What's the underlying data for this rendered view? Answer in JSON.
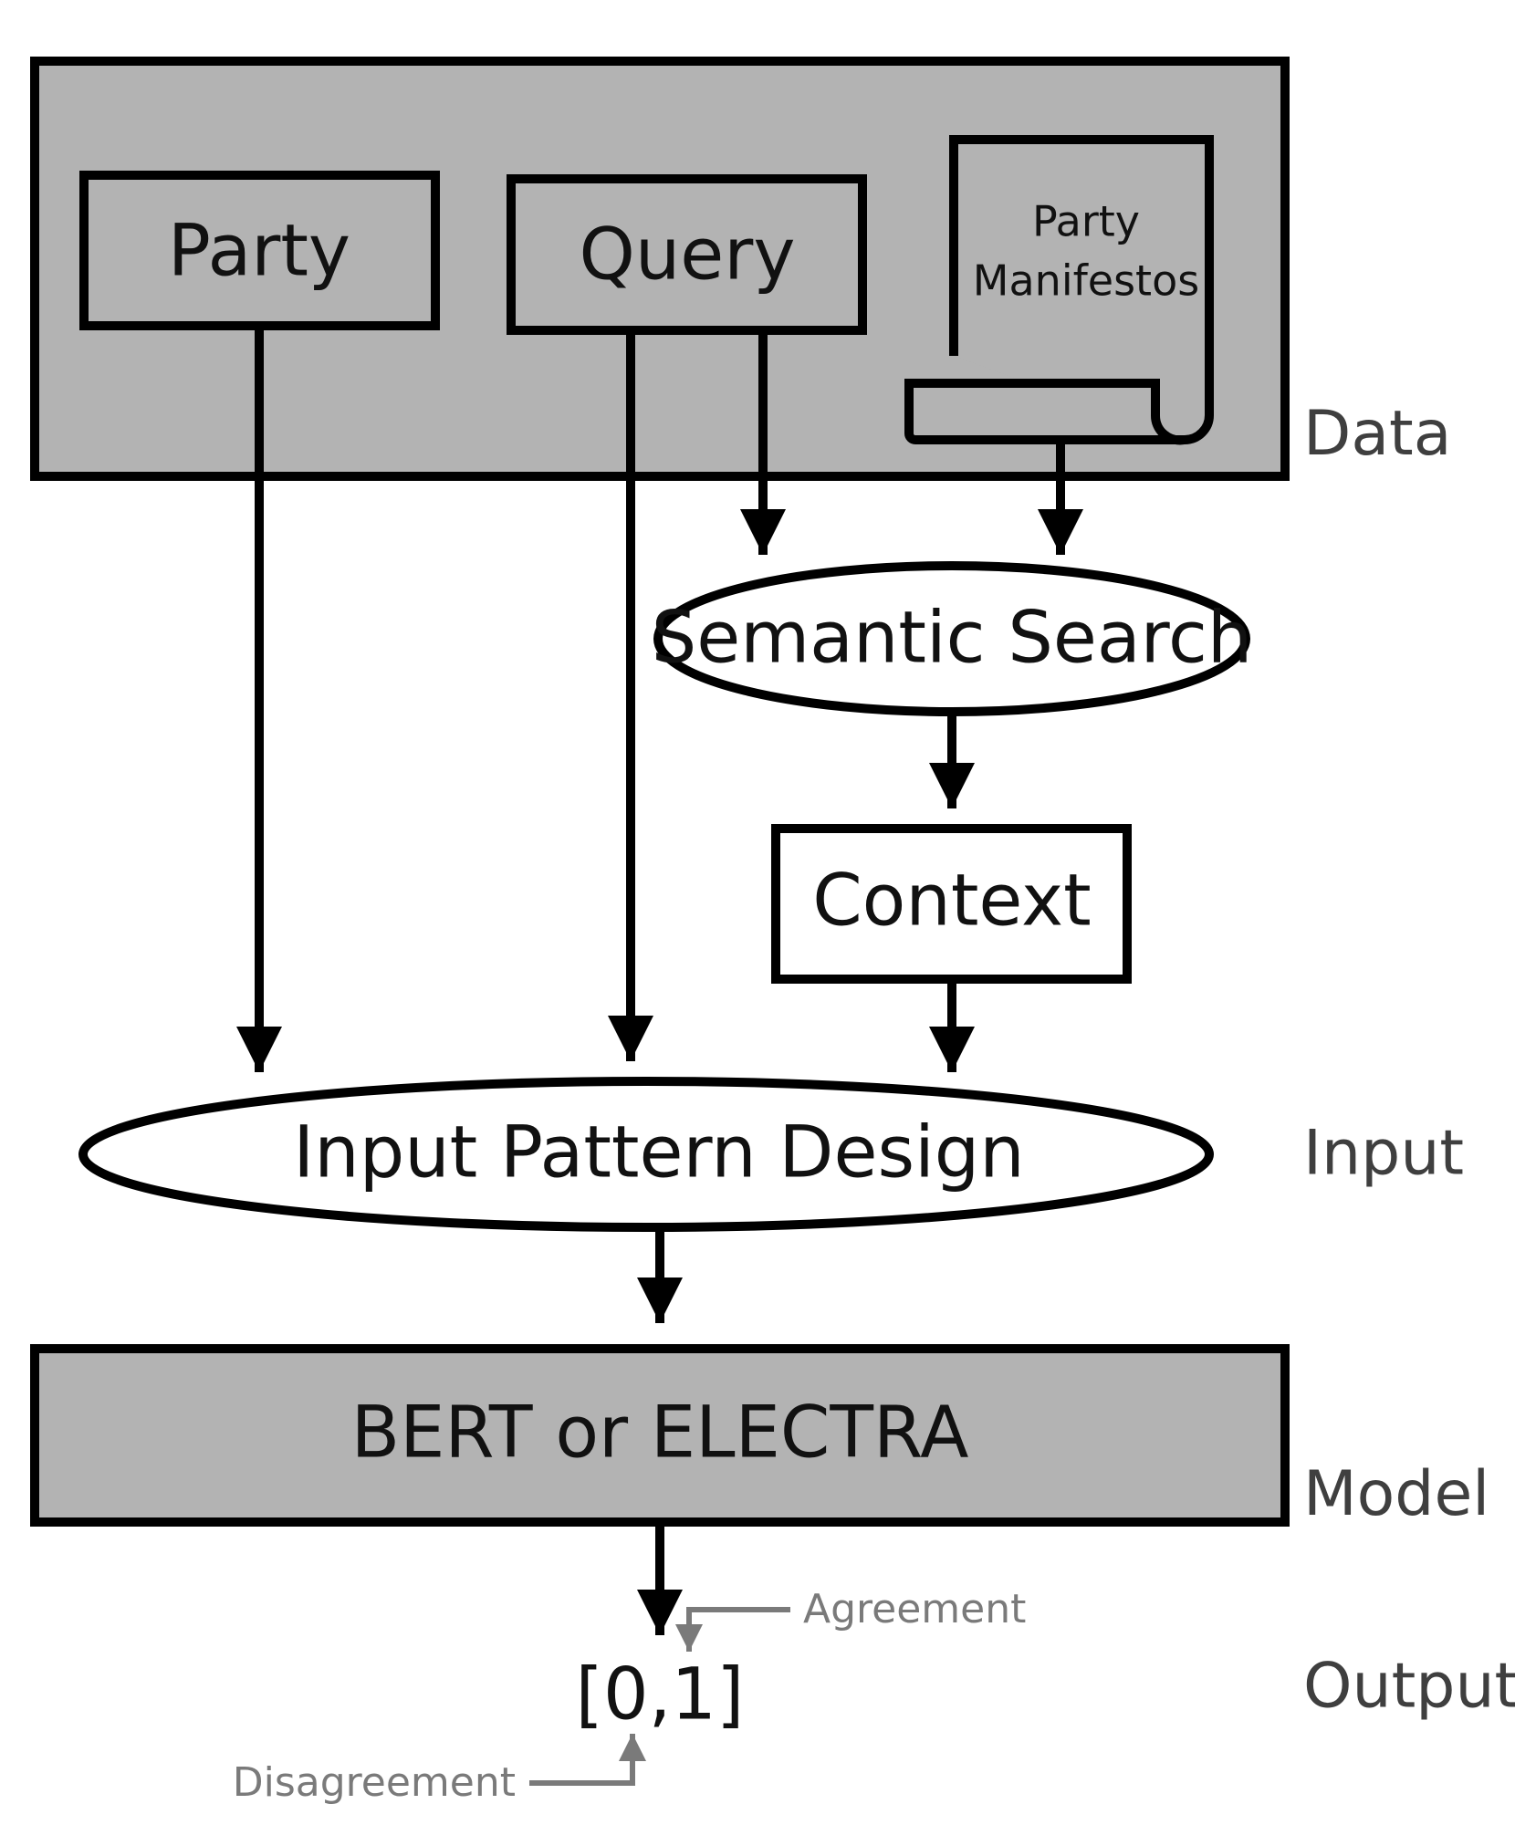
{
  "nodes": {
    "party": "Party",
    "query": "Query",
    "manifestos": [
      "Party",
      "Manifestos"
    ],
    "semantic_search": "Semantic Search",
    "context": "Context",
    "input_pattern": "Input Pattern Design",
    "model": "BERT or ELECTRA",
    "output": "[0,1]"
  },
  "stages": {
    "data": "Data",
    "input": "Input",
    "model": "Model",
    "output": "Output"
  },
  "annotations": {
    "agreement": "Agreement",
    "disagreement": "Disagreement"
  },
  "colors": {
    "box_fill": "#b3b3b3",
    "stroke": "#000000",
    "stage_label": "#3f3f3f",
    "annotation": "#7a7a7a"
  },
  "edges": [
    {
      "from": "Party",
      "to": "Input Pattern Design"
    },
    {
      "from": "Query",
      "to": "Input Pattern Design"
    },
    {
      "from": "Query",
      "to": "Semantic Search"
    },
    {
      "from": "Party Manifestos",
      "to": "Semantic Search"
    },
    {
      "from": "Semantic Search",
      "to": "Context"
    },
    {
      "from": "Context",
      "to": "Input Pattern Design"
    },
    {
      "from": "Input Pattern Design",
      "to": "BERT or ELECTRA"
    },
    {
      "from": "BERT or ELECTRA",
      "to": "[0,1]"
    }
  ]
}
